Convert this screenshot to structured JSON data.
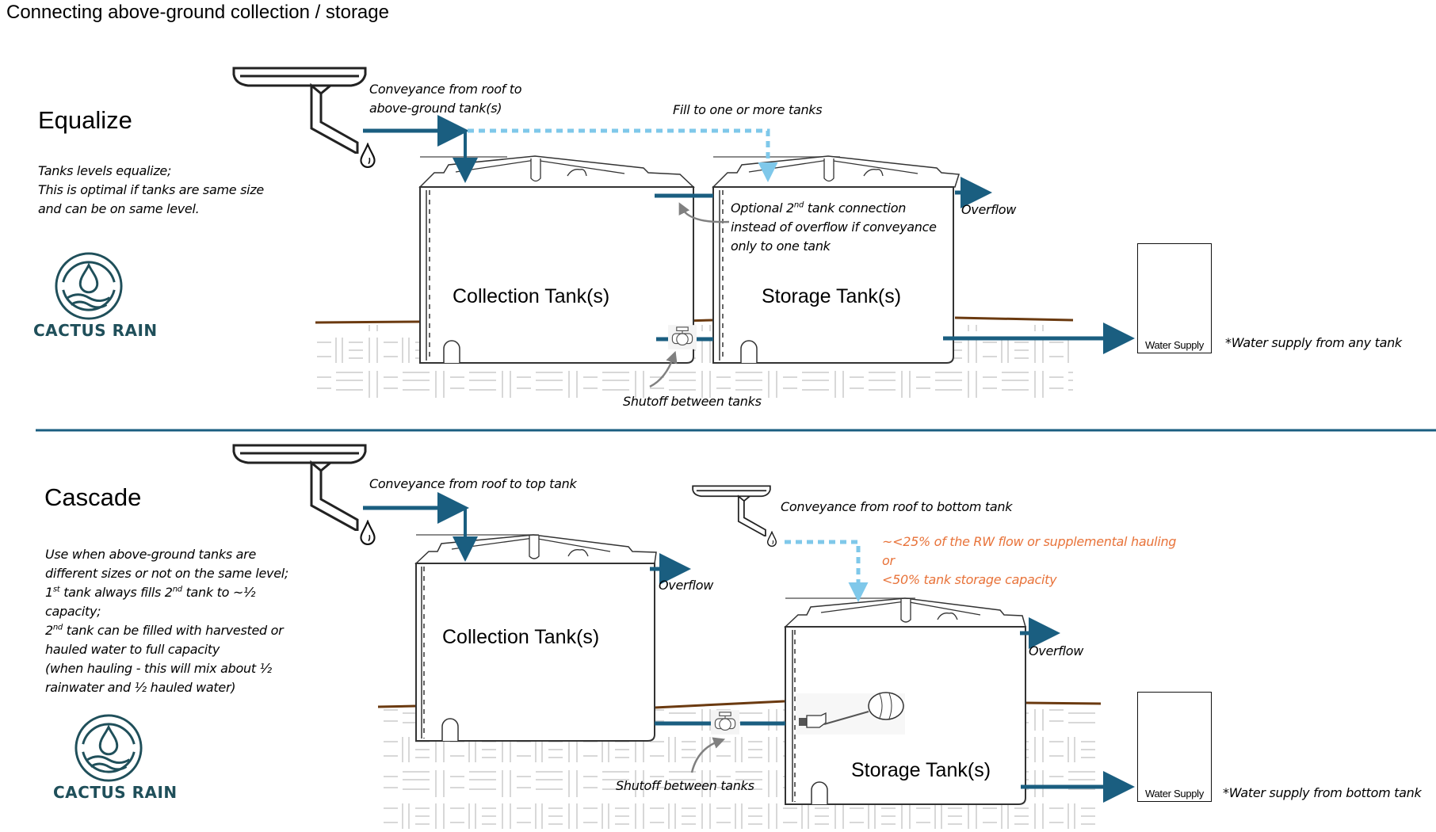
{
  "title": "Connecting above-ground collection / storage",
  "colors": {
    "pipe": "#1a5e80",
    "dashed_flow": "#7fc8ea",
    "ground": "#6b3a10",
    "note_orange": "#e8733a",
    "logo": "#1f4f5a",
    "annotation_arrow": "#808080"
  },
  "equalize": {
    "heading": "Equalize",
    "description": [
      "Tanks levels equalize;",
      "This is optimal if tanks are same size",
      "and can be on same level."
    ],
    "conveyance_label_line1": "Conveyance from roof to",
    "conveyance_label_line2": "above-ground tank(s)",
    "fill_label": "Fill to one or more tanks",
    "collection_tank_label": "Collection Tank(s)",
    "storage_tank_label": "Storage Tank(s)",
    "optional_connection_line1_pre": "Optional 2",
    "optional_connection_line1_sup": "nd",
    "optional_connection_line1_post": " tank connection",
    "optional_connection_line2": "instead of overflow if conveyance",
    "optional_connection_line3": "only to one tank",
    "overflow_label": "Overflow",
    "shutoff_label": "Shutoff between tanks",
    "water_supply_label": "Water Supply",
    "water_supply_note": "*Water supply from any tank",
    "logo_text": "CACTUS RAIN"
  },
  "cascade": {
    "heading": "Cascade",
    "description": {
      "line1": "Use when above-ground tanks are",
      "line2": "different sizes or not on the same level;",
      "line3_a": "1",
      "line3_sup1": "st",
      "line3_b": " tank always fills 2",
      "line3_sup2": "nd",
      "line3_c": " tank to ~½",
      "line4": "capacity;",
      "line5_a": "2",
      "line5_sup": "nd",
      "line5_b": " tank can be filled with harvested or",
      "line6": "hauled water to full capacity",
      "line7": "(when hauling - this will mix about ½",
      "line8": "rainwater and ½ hauled water)"
    },
    "conveyance_top_label": "Conveyance from roof to top tank",
    "conveyance_bottom_label": "Conveyance from roof to bottom tank",
    "supplemental_note_line1": "~<25% of the RW flow or supplemental hauling",
    "supplemental_note_line2": "or",
    "supplemental_note_line3": "<50% tank storage capacity",
    "collection_tank_label": "Collection Tank(s)",
    "storage_tank_label": "Storage Tank(s)",
    "overflow_label_1": "Overflow",
    "overflow_label_2": "Overflow",
    "shutoff_label": "Shutoff between tanks",
    "water_supply_label": "Water Supply",
    "water_supply_note": "*Water supply from bottom tank",
    "logo_text": "CACTUS RAIN"
  }
}
